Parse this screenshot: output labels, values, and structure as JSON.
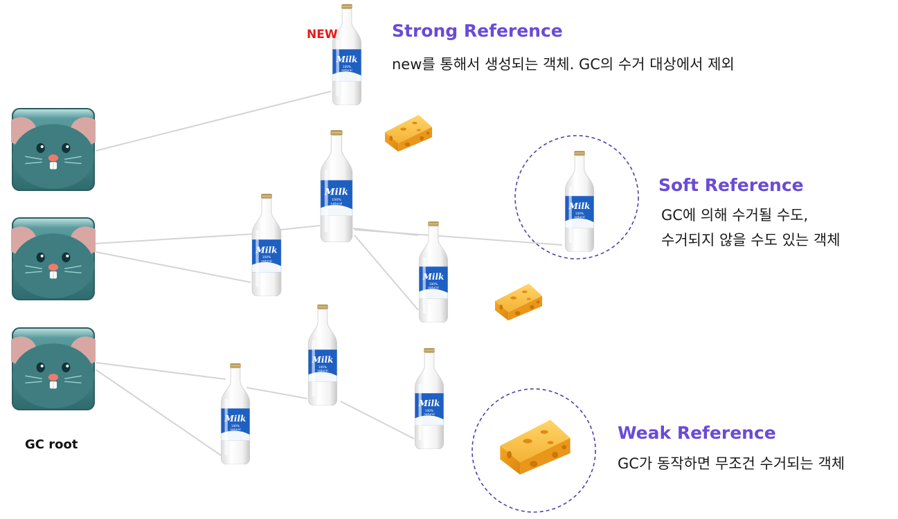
{
  "diagram": {
    "new_label": "NEW",
    "gc_root_label": "GC root",
    "milk_label": "Milk",
    "milk_sub1": "100%",
    "milk_sub2": "natural",
    "references": [
      {
        "title": "Strong Reference",
        "lines": [
          "new를 통해서 생성되는 객체. GC의 수거 대상에서 제외"
        ]
      },
      {
        "title": "Soft Reference",
        "lines": [
          "GC에 의해 수거될 수도,",
          "수거되지 않을 수도 있는 객체"
        ]
      },
      {
        "title": "Weak Reference",
        "lines": [
          "GC가 동작하면 무조건 수거되는 객체"
        ]
      }
    ]
  },
  "colors": {
    "title": "#6a4bd6",
    "new": "#e51b1b",
    "circle": "#4a3fb0",
    "line": "#d6d6d6",
    "mouse_bg": "#3f7d80",
    "cheese": "#f2a21b",
    "milk_label_bg": "#1e5fc2"
  }
}
